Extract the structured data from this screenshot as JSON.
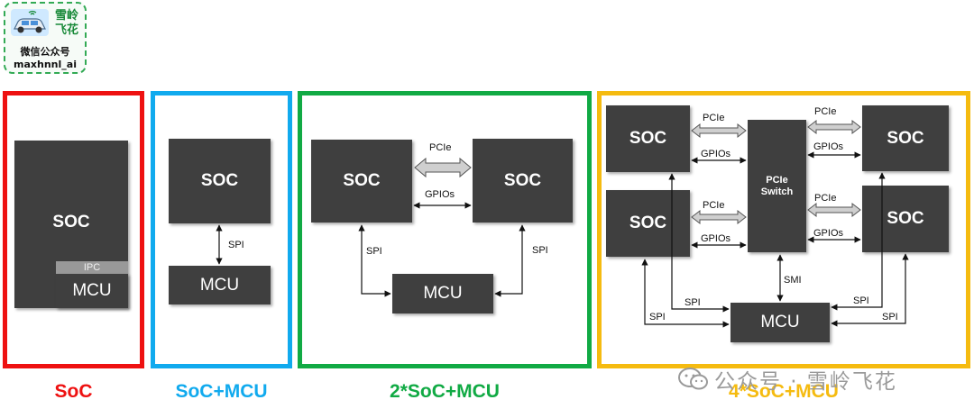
{
  "logo": {
    "line1": "雪岭",
    "line2": "飞花",
    "line3": "微信公众号",
    "line4": "maxhnnl_ai"
  },
  "colors": {
    "red": "#ee1111",
    "blue": "#11aaee",
    "green": "#11aa44",
    "yellow": "#f5bb10",
    "block": "#3f3f3f"
  },
  "panels": {
    "soc": {
      "soc_label": "SOC",
      "ipc_label": "IPC",
      "mcu_label": "MCU",
      "caption": "SoC"
    },
    "soc_mcu": {
      "soc_label": "SOC",
      "mcu_label": "MCU",
      "spi_label": "SPI",
      "caption": "SoC+MCU"
    },
    "two_soc": {
      "soc1_label": "SOC",
      "soc2_label": "SOC",
      "mcu_label": "MCU",
      "pcie_label": "PCIe",
      "gpios_label": "GPIOs",
      "spi_left": "SPI",
      "spi_right": "SPI",
      "caption": "2*SoC+MCU"
    },
    "four_soc": {
      "soc_tl": "SOC",
      "soc_bl": "SOC",
      "soc_tr": "SOC",
      "soc_br": "SOC",
      "switch_label": "PCIe Switch",
      "mcu_label": "MCU",
      "pcie_tl": "PCIe",
      "gpios_tl": "GPIOs",
      "pcie_bl": "PCIe",
      "gpios_bl": "GPIOs",
      "pcie_tr": "PCIe",
      "gpios_tr": "GPIOs",
      "pcie_br": "PCIe",
      "gpios_br": "GPIOs",
      "smi_label": "SMI",
      "spi_l1": "SPI",
      "spi_l2": "SPI",
      "spi_r1": "SPI",
      "spi_r2": "SPI",
      "caption": "4*SoC+MCU"
    }
  },
  "watermark": {
    "text": "公众号 · 雪岭飞花",
    "icon": "wechat-icon"
  }
}
